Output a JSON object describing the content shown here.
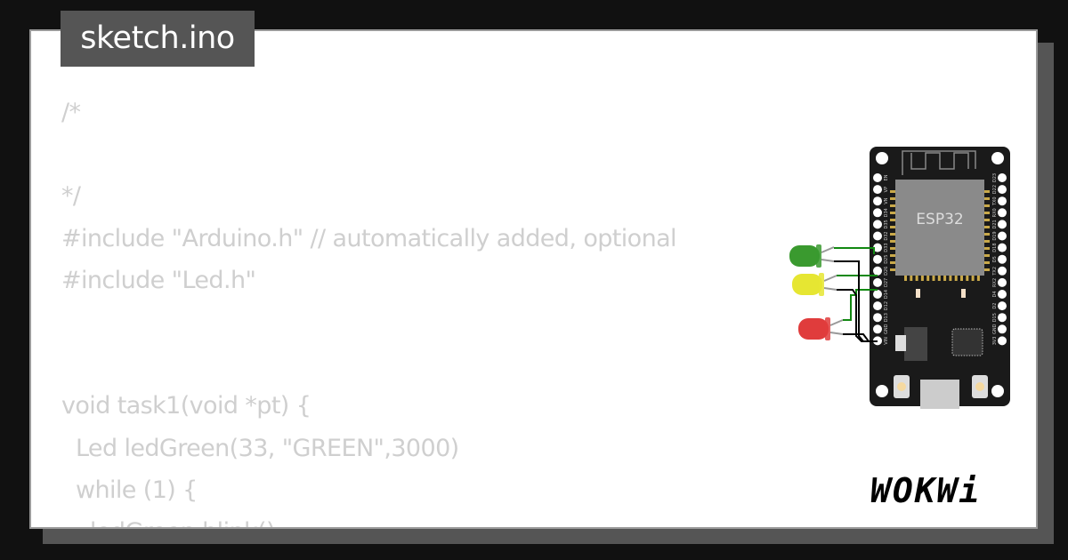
{
  "title": "sketch.ino",
  "code_lines": [
    "/*",
    "",
    "*/",
    "#include \"Arduino.h\" // automatically added, optional",
    "#include \"Led.h\"",
    "",
    "",
    "void task1(void *pt) {",
    "  Led ledGreen(33, \"GREEN\",3000)",
    "  while (1) {",
    "    ledGreen.blink();"
  ],
  "board": {
    "chip_label": "ESP32",
    "left_pins": [
      "EN",
      "VP",
      "VN",
      "D34",
      "D35",
      "D32",
      "D33",
      "D25",
      "D26",
      "D27",
      "D14",
      "D12",
      "D13",
      "GND",
      "VIN"
    ],
    "right_pins": [
      "D23",
      "D22",
      "TX0",
      "RX0",
      "D21",
      "D19",
      "D18",
      "D5",
      "TX2",
      "RX2",
      "D4",
      "D2",
      "D15",
      "GND",
      "3V3"
    ]
  },
  "leds": [
    {
      "color_name": "green",
      "color": "#3a9a2f"
    },
    {
      "color_name": "yellow",
      "color": "#e6e632"
    },
    {
      "color_name": "red",
      "color": "#e03c3c"
    }
  ],
  "wire_colors": {
    "signal": "#118811",
    "ground": "#000000"
  },
  "logo": "WOKWi"
}
